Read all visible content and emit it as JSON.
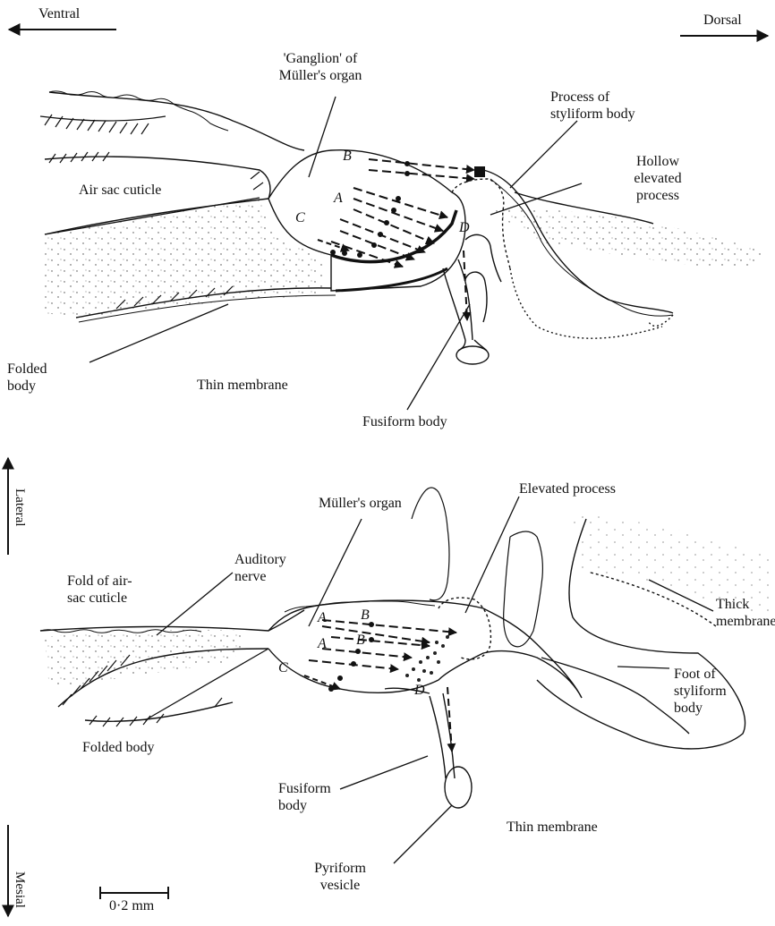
{
  "orientation": {
    "ventral": "Ventral",
    "dorsal": "Dorsal",
    "lateral": "Lateral",
    "mesial": "Mesial"
  },
  "top_panel": {
    "ganglion": "'Ganglion' of\nMüller's organ",
    "process_styliform": "Process of\nstyliform body",
    "hollow_process": "Hollow\nelevated\nprocess",
    "air_sac_cuticle": "Air sac cuticle",
    "folded_body": "Folded\nbody",
    "thin_membrane": "Thin membrane",
    "fusiform_body": "Fusiform body",
    "zones": {
      "a": "A",
      "b": "B",
      "c": "C",
      "d": "D"
    }
  },
  "bottom_panel": {
    "mullers_organ": "Müller's organ",
    "elevated_process": "Elevated process",
    "fold_air_sac": "Fold of air-\nsac cuticle",
    "auditory_nerve": "Auditory\nnerve",
    "thick_membrane": "Thick\nmembrane",
    "foot_styliform": "Foot of\nstyliform\nbody",
    "folded_body": "Folded body",
    "fusiform_body": "Fusiform\nbody",
    "thin_membrane": "Thin membrane",
    "pyriform_vesicle": "Pyriform\nvesicle",
    "zones": {
      "a1": "A",
      "b1": "B",
      "a2": "A",
      "b2": "B",
      "c": "C",
      "d": "D"
    }
  },
  "scale_bar": "0·2 mm"
}
